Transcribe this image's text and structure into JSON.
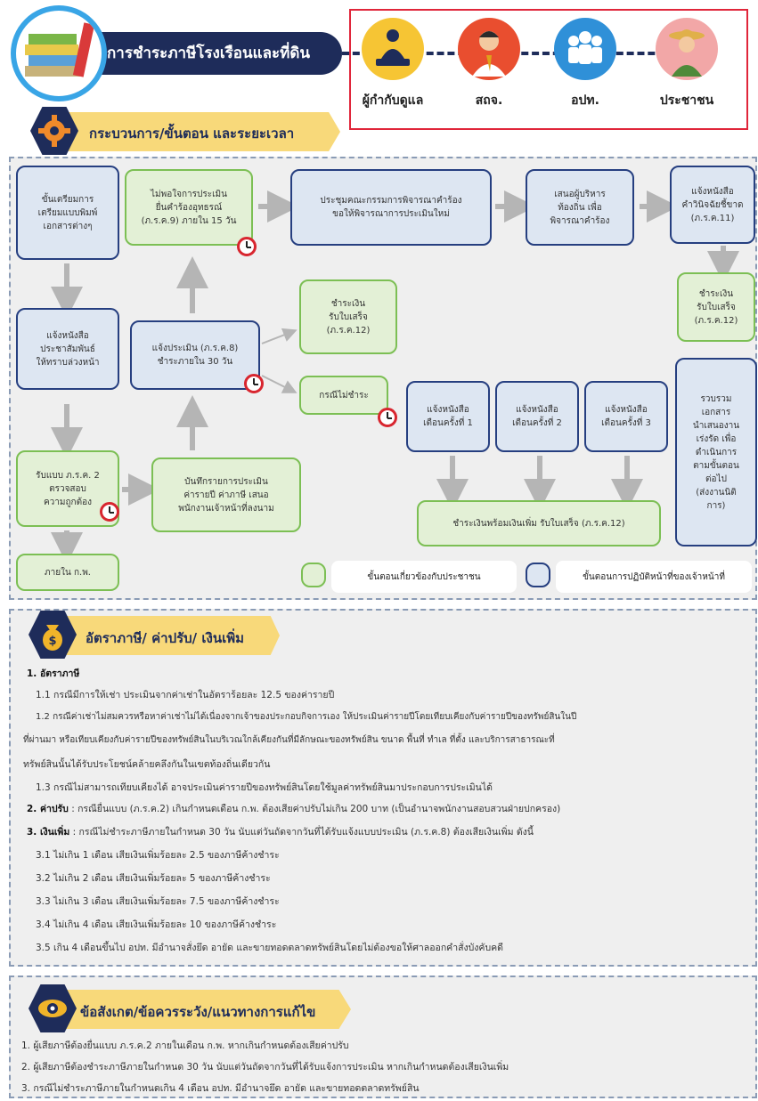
{
  "header": {
    "title": "การชำระภาษีโรงเรือนและที่ดิน",
    "stakeholders": [
      {
        "label": "ผู้กำกับดูแล",
        "icon": "supervisor-monk-icon"
      },
      {
        "label": "สถจ.",
        "icon": "official-person-icon"
      },
      {
        "label": "อปท.",
        "icon": "staff-group-icon"
      },
      {
        "label": "ประชาชน",
        "icon": "citizen-farmer-icon"
      }
    ]
  },
  "process": {
    "heading": "กระบวนการ/ขั้นตอน และระยะเวลา",
    "steps": {
      "prepare": "ขั้นเตรียมการ\nเตรียมแบบพิมพ์\nเอกสารต่างๆ",
      "notify_advance": "แจ้งหนังสือ\nประชาสัมพันธ์\nให้ทราบล่วงหน้า",
      "receive_form": "รับแบบ ภ.ร.ค. 2\nตรวจสอบ\nความถูกต้อง",
      "within_feb": "ภายใน ก.พ.",
      "record_assessment": "บันทึกรายการประเมิน\nค่ารายปี ค่าภาษี เสนอ\nพนักงานเจ้าหน้าที่ลงนาม",
      "notify_assessment": "แจ้งประเมิน (ภ.ร.ค.8)\nชำระภายใน 30 วัน",
      "appeal": "ไม่พอใจการประเมิน\nยื่นคำร้องอุทธรณ์\n(ภ.ร.ค.9) ภายใน 15 วัน",
      "committee": "ประชุมคณะกรรมการพิจารณาคำร้อง\nขอให้พิจารณาการประเมินใหม่",
      "executive": "เสนอผู้บริหาร\nท้องถิ่น เพื่อ\nพิจารณาคำร้อง",
      "notify_decision": "แจ้งหนังสือ\nคำวินิจฉัยชี้ขาด\n(ภ.ร.ค.11)",
      "pay_receipt_right": "ชำระเงิน\nรับใบเสร็จ\n(ภ.ร.ค.12)",
      "pay_receipt_mid": "ชำระเงิน\nรับใบเสร็จ\n(ภ.ร.ค.12)",
      "not_paid": "กรณีไม่ชำระ",
      "warn1": "แจ้งหนังสือ\nเตือนครั้งที่ 1",
      "warn2": "แจ้งหนังสือ\nเตือนครั้งที่ 2",
      "warn3": "แจ้งหนังสือ\nเตือนครั้งที่ 3",
      "pay_surcharge": "ชำระเงินพร้อมเงินเพิ่ม รับใบเสร็จ (ภ.ร.ค.12)",
      "collect_docs": "รวบรวม\nเอกสาร\nนำเสนองาน\nเร่งรัด เพื่อ\nดำเนินการ\nตามขั้นตอน\nต่อไป\n(ส่งงานนิติ\nการ)"
    },
    "legend": {
      "citizen": "ขั้นตอนเกี่ยวข้องกับประชาชน",
      "officer": "ขั้นตอนการปฏิบัติหน้าที่ของเจ้าหน้าที่"
    },
    "colors": {
      "officer_border": "#263f80",
      "citizen_border": "#7cbf54",
      "clock": "#d8262f"
    }
  },
  "rates": {
    "heading": "อัตราภาษี/ ค่าปรับ/ เงินเพิ่ม",
    "s1_title": "1. อัตราภาษี",
    "s1_1": "1.1 กรณีมีการให้เช่า ประเมินจากค่าเช่าในอัตราร้อยละ 12.5 ของค่ารายปี",
    "s1_2a": "1.2 กรณีค่าเช่าไม่สมควรหรือหาค่าเช่าไม่ได้เนื่องจากเจ้าของประกอบกิจการเอง ให้ประเมินค่ารายปีโดยเทียบเคียงกับค่ารายปีของทรัพย์สินในปี",
    "s1_2b": "ที่ผ่านมา หรือเทียบเคียงกับค่ารายปีของทรัพย์สินในบริเวณใกล้เคียงกันที่มีลักษณะของทรัพย์สิน ขนาด พื้นที่ ทำเล ที่ตั้ง และบริการสาธารณะที่",
    "s1_2c": "ทรัพย์สินนั้นได้รับประโยชน์คล้ายคลึงกันในเขตท้องถิ่นเดียวกัน",
    "s1_3": "1.3 กรณีไม่สามารถเทียบเคียงได้ อาจประเมินค่ารายปีของทรัพย์สินโดยใช้มูลค่าทรัพย์สินมาประกอบการประเมินได้",
    "s2_title": "2. ค่าปรับ",
    "s2_text": ": กรณียื่นแบบ (ภ.ร.ค.2) เกินกำหนดเดือน ก.พ. ต้องเสียค่าปรับไม่เกิน 200 บาท (เป็นอำนาจพนักงานสอบสวนฝ่ายปกครอง)",
    "s3_title": "3. เงินเพิ่ม",
    "s3_text": ": กรณีไม่ชำระภาษีภายในกำหนด 30 วัน นับแต่วันถัดจากวันที่ได้รับแจ้งแบบประเมิน (ภ.ร.ค.8) ต้องเสียเงินเพิ่ม ดังนี้",
    "s3_1": "3.1 ไม่เกิน 1 เดือน เสียเงินเพิ่มร้อยละ 2.5 ของภาษีค้างชำระ",
    "s3_2": "3.2 ไม่เกิน 2 เดือน เสียเงินเพิ่มร้อยละ 5 ของภาษีค้างชำระ",
    "s3_3": "3.3 ไม่เกิน 3 เดือน เสียเงินเพิ่มร้อยละ 7.5 ของภาษีค้างชำระ",
    "s3_4": "3.4 ไม่เกิน 4 เดือน เสียเงินเพิ่มร้อยละ 10 ของภาษีค้างชำระ",
    "s3_5": "3.5 เกิน 4 เดือนขึ้นไป อปท. มีอำนาจสั่งยึด อายัด และขายทอดตลาดทรัพย์สินโดยไม่ต้องขอให้ศาลออกคำสั่งบังคับคดี"
  },
  "notes": {
    "heading": "ข้อสังเกต/ข้อควรระวัง/แนวทางการแก้ไข",
    "n1": "1. ผู้เสียภาษีต้องยื่นแบบ ภ.ร.ค.2 ภายในเดือน ก.พ. หากเกินกำหนดต้องเสียค่าปรับ",
    "n2": "2. ผู้เสียภาษีต้องชำระภาษีภายในกำหนด 30 วัน นับแต่วันถัดจากวันที่ได้รับแจ้งการประเมิน หากเกินกำหนดต้องเสียเงินเพิ่ม",
    "n3": "3. กรณีไม่ชำระภาษีภายในกำหนดเกิน 4 เดือน อปท. มีอำนาจยึด อายัด และขายทอดตลาดทรัพย์สิน"
  }
}
